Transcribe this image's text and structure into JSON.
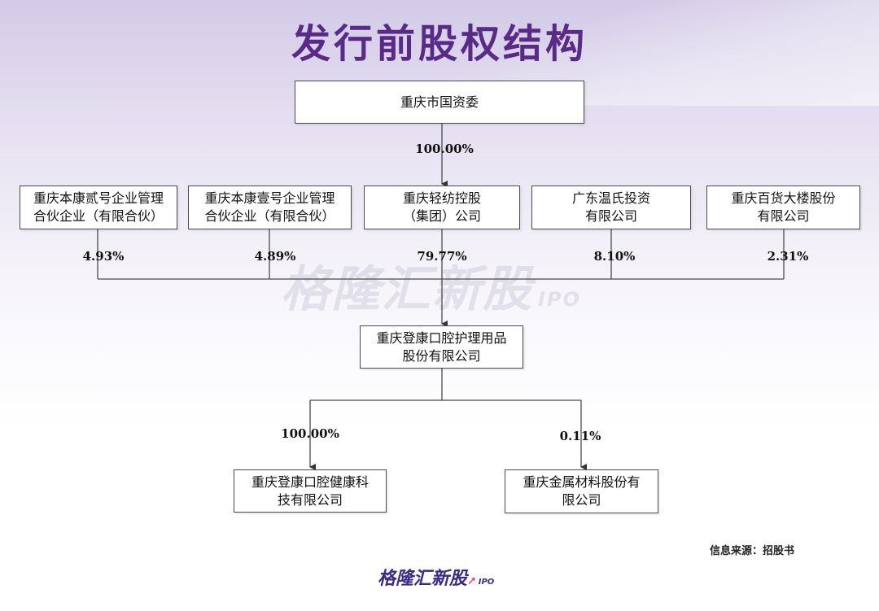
{
  "title": "发行前股权结构",
  "watermark": {
    "text": "格隆汇新股",
    "suffix": "IPO"
  },
  "nodes": {
    "sasac": "重庆市国资委",
    "bk2": "重庆本康贰号企业管理\n合伙企业（有限合伙）",
    "bk1": "重庆本康壹号企业管理\n合伙企业（有限合伙）",
    "qfk": "重庆轻纺控股\n（集团）公司",
    "gdws": "广东温氏投资\n有限公司",
    "cqbh": "重庆百货大楼股份\n有限公司",
    "dengkang": "重庆登康口腔护理用品\n股份有限公司",
    "sub1": "重庆登康口腔健康科\n技有限公司",
    "sub2": "重庆金属材料股份有\n限公司"
  },
  "percentages": {
    "sasac_qfk": "100.00%",
    "bk2": "4.93%",
    "bk1": "4.89%",
    "qfk": "79.77%",
    "gdws": "8.10%",
    "cqbh": "2.31%",
    "sub1": "100.00%",
    "sub2": "0.11%"
  },
  "source": "信息来源：招股书",
  "logo": {
    "text": "格隆汇新股",
    "suffix": "IPO"
  },
  "colors": {
    "title": "#5a2b86",
    "lines": "#4a4a4a",
    "logo": "#3b2a86"
  }
}
